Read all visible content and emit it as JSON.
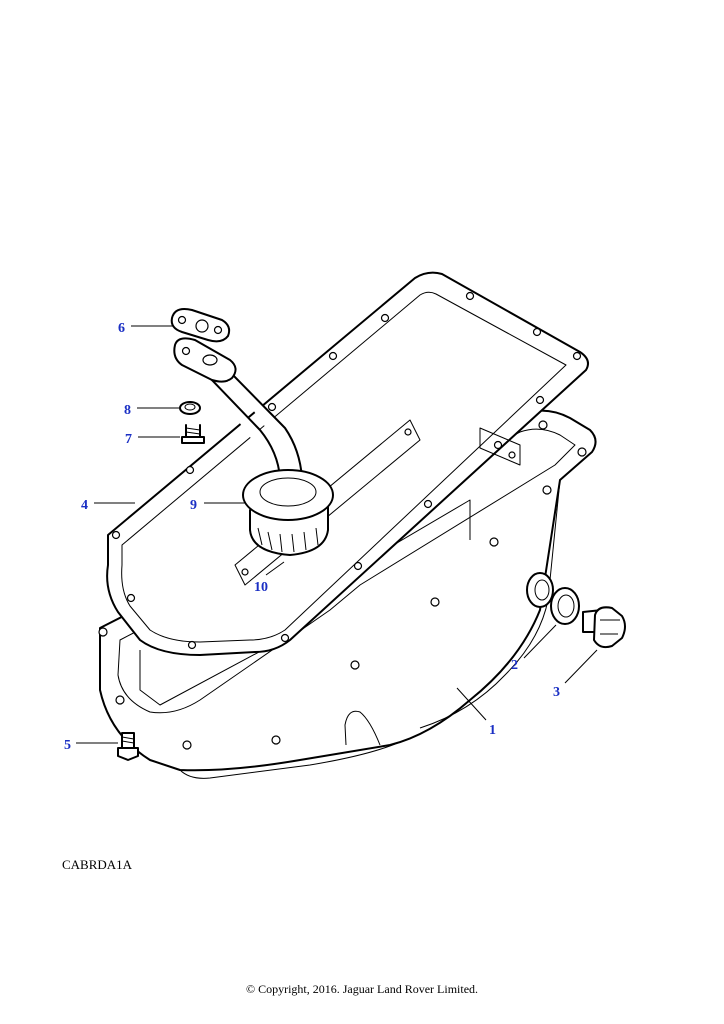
{
  "diagram": {
    "code": "CABRDA1A",
    "copyright": "© Copyright, 2016. Jaguar Land Rover Limited.",
    "callouts": [
      "1",
      "2",
      "3",
      "4",
      "5",
      "6",
      "7",
      "8",
      "9",
      "10"
    ],
    "callout_color": "#1a2fc4"
  }
}
